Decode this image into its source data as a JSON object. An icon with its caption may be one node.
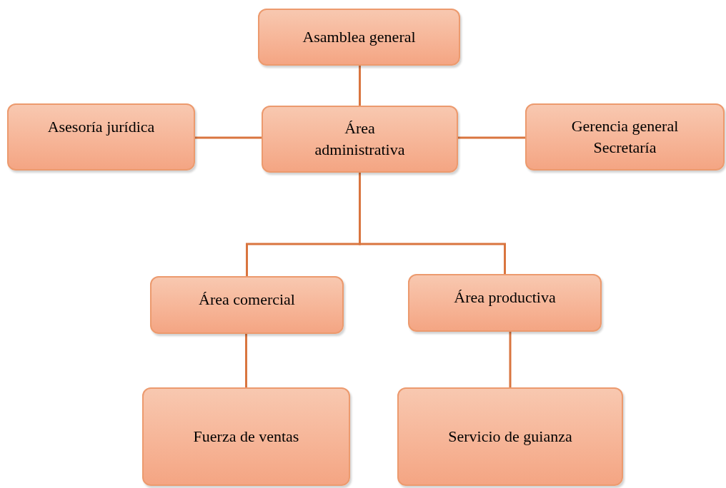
{
  "diagram": {
    "nodes": [
      {
        "text": [
          "Asamblea general"
        ]
      },
      {
        "text": [
          "Asesoría jurídica"
        ]
      },
      {
        "text": [
          "Área administrativa"
        ]
      },
      {
        "text": [
          "Gerencia general Secretaría"
        ]
      },
      {
        "text": [
          "Área comercial"
        ]
      },
      {
        "text": [
          "Área productiva"
        ]
      },
      {
        "text": [
          "Fuerza de ventas"
        ]
      },
      {
        "text": [
          "Servicio de guianza"
        ]
      }
    ],
    "edges": [
      {
        "from": 0,
        "to": 2,
        "arrow": "none"
      },
      {
        "from": 2,
        "to": 1,
        "arrow": "none"
      },
      {
        "from": 2,
        "to": 3,
        "arrow": "none"
      },
      {
        "from": 2,
        "to": 4,
        "arrow": "none"
      },
      {
        "from": 2,
        "to": 5,
        "arrow": "none"
      },
      {
        "from": 4,
        "to": 6,
        "arrow": "none"
      },
      {
        "from": 5,
        "to": 7,
        "arrow": "none"
      }
    ]
  }
}
